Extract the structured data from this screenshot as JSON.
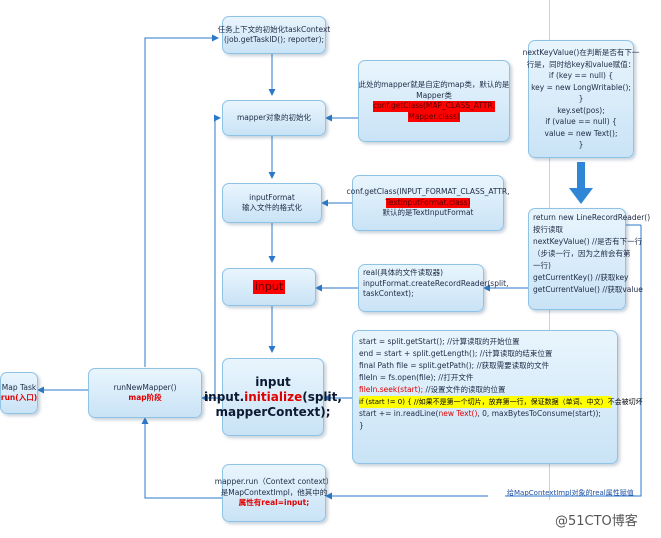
{
  "nodes": {
    "task_context": [
      "任务上下文的初始化taskContext",
      "(job.getTaskID(); reporter);"
    ],
    "mapper_init": "mapper对象的初始化",
    "mapper_custom": {
      "line1": "此处的mapper就是自定的map类，默认的是",
      "line2": "Mapper类",
      "line3": "conf.getClass(MAP_CLASS_ATTR,",
      "line4": "Mapper.class)"
    },
    "input_format": [
      "inputFormat",
      "输入文件的格式化"
    ],
    "input_format_note": {
      "line1": "conf.getClass(INPUT_FORMAT_CLASS_ATTR,",
      "line2": "TextInputFormat.class)",
      "line3": "默认的是TextInputFormat"
    },
    "input": "input",
    "record_reader": [
      "real(具体的文件读取器)",
      "inputFormat.createRecordReader(split,",
      "taskContext);"
    ],
    "map_task": {
      "title": "Map Task",
      "sub": "run(入口)"
    },
    "run_new_mapper": {
      "title": "runNewMapper()",
      "sub": "map阶段"
    },
    "input_initialize": {
      "line1": "input",
      "prefix": "input.",
      "method": "initialize",
      "suffix": "(split,",
      "line3": "mapperContext);"
    },
    "split_code": [
      "start = split.getStart(); //计算读取的开始位置",
      "end = start + split.getLength(); //计算读取的结束位置",
      "final Path file = split.getPath(); //获取需要读取的文件",
      "fileIn = fs.open(file);  //打开文件",
      "fileIn.seek(start);",
      "  //设置文件的读取的位置",
      "if (start != 0) { //如果不是第一个切片，放弃第一行，保证数据（单词、中文）不会被切坏",
      "    start += in.readLine(",
      "new Text()",
      ", 0, maxBytesToConsume(start));",
      "}"
    ],
    "next_key_value": [
      "nextKeyValue()在判断是否有下一",
      "行是，同时给key和value赋值：",
      "if (key == null) {",
      "  key = new LongWritable();",
      "}",
      "key.set(pos);",
      "if (value == null) {",
      "  value = new Text();",
      "}"
    ],
    "line_reader": [
      "return new LineRecordReader()",
      "按行读取",
      "nextKeyValue() //是否有下一行",
      "（步读一行，因为之前会有第",
      "一行)",
      "getCurrentKey()  //获取key",
      "getCurrentValue()  //获取value"
    ],
    "mapper_run": {
      "line1": "mapper.run（Context context）",
      "line2": "是MapContextImpl，他其中的",
      "line3": "属性有real=input;"
    },
    "bottom_label": "给MapContextImpl对象的real属性赋值",
    "watermark": "@51CTO博客"
  },
  "colors": {
    "box_border": "#8fc3e6",
    "box_fill_top": "#e9f5fd",
    "box_fill_bottom": "#c9e3f6",
    "arrow": "#2b78c8",
    "highlight_red": "#ff0000",
    "highlight_yellow": "#ffff00",
    "big_arrow": "#2f86d6"
  }
}
